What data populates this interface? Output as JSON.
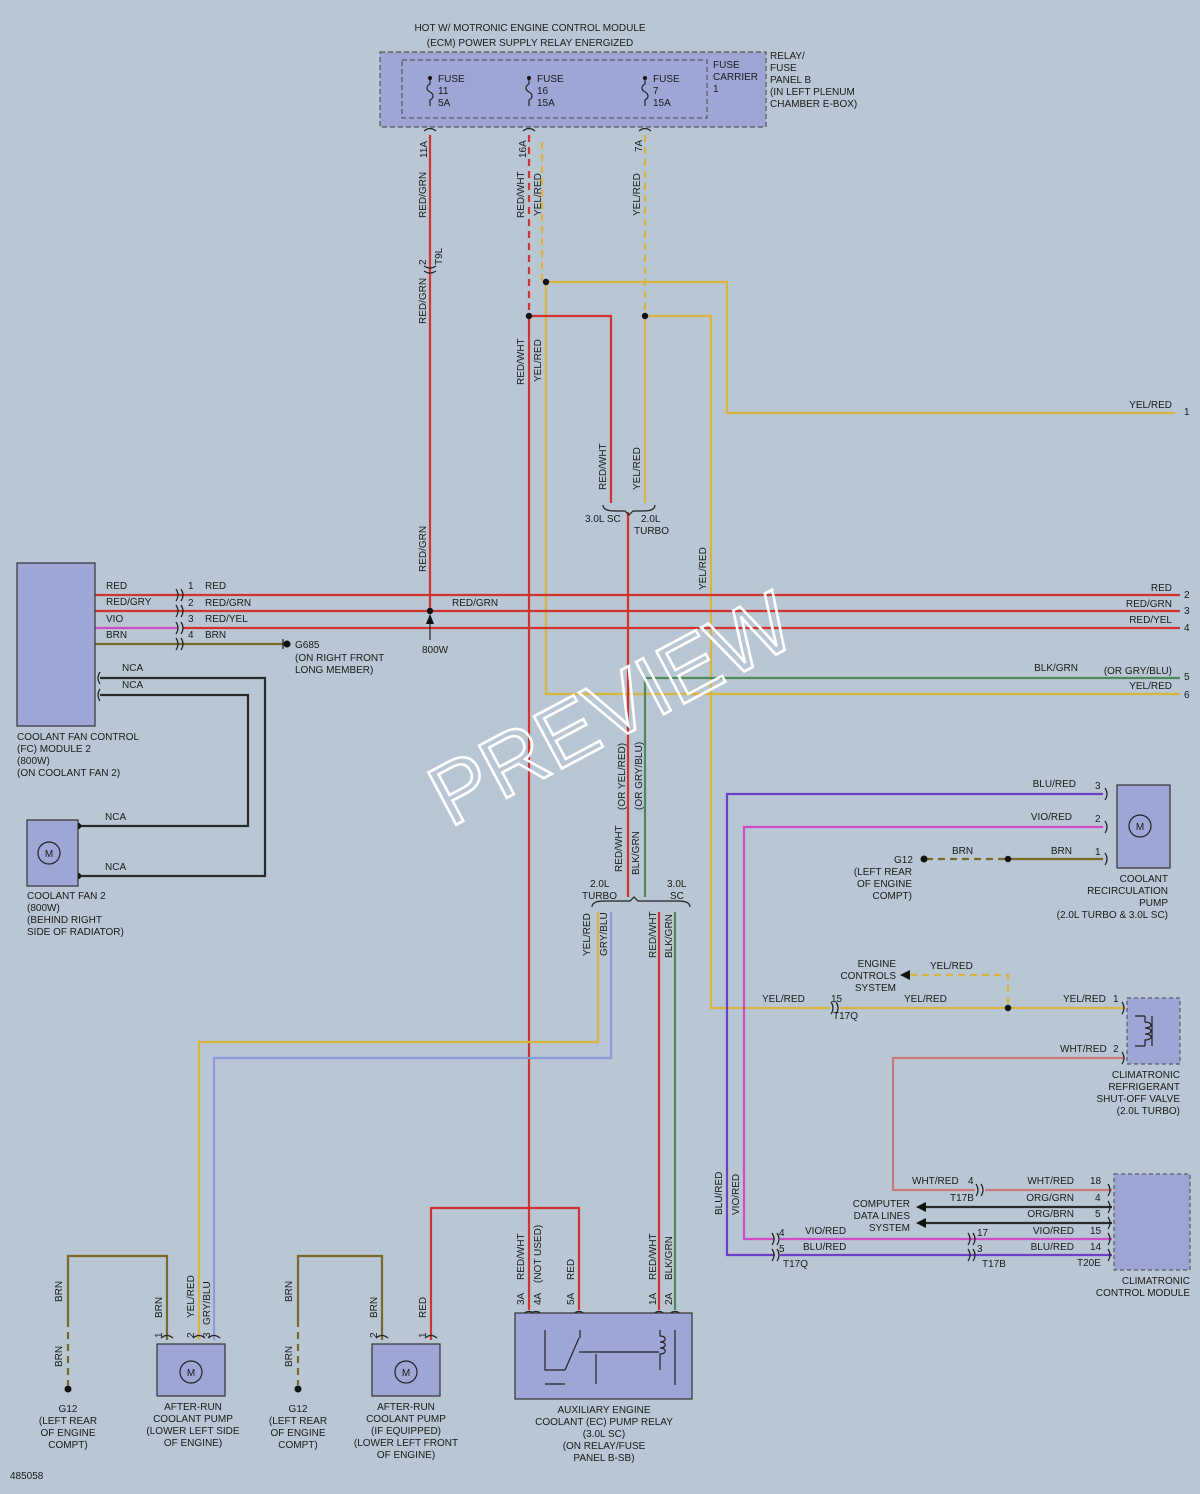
{
  "header": {
    "line1": "HOT W/ MOTRONIC ENGINE CONTROL MODULE",
    "line2": "(ECM) POWER SUPPLY RELAY ENERGIZED"
  },
  "relay_panel": {
    "lines": [
      "RELAY/",
      "FUSE",
      "PANEL B",
      "(IN LEFT PLENUM",
      "CHAMBER E-BOX)"
    ],
    "carrier": [
      "FUSE",
      "CARRIER",
      "1"
    ],
    "fuses": [
      {
        "name": "FUSE",
        "num": "11",
        "amp": "5A",
        "pin": "11A"
      },
      {
        "name": "FUSE",
        "num": "16",
        "amp": "15A",
        "pin": "16A"
      },
      {
        "name": "FUSE",
        "num": "7",
        "amp": "15A",
        "pin": "7A"
      }
    ]
  },
  "wire_labels": {
    "red_grn": "RED/GRN",
    "red_wht": "RED/WHT",
    "yel_red": "YEL/RED",
    "t9l_pin": "2",
    "t9l": "T9L",
    "sc": "3.0L SC",
    "turbo_top": "2.0L",
    "turbo_bot": "TURBO",
    "sc2_top": "3.0L",
    "sc2_bot": "SC",
    "or_yel_red": "(OR YEL/RED)",
    "or_gry_blu": "(OR GRY/BLU)",
    "blk_grn": "BLK/GRN",
    "gry_blu": "GRY/BLU",
    "splice": "800W"
  },
  "fan_control": {
    "lines": [
      "COOLANT FAN CONTROL",
      "(FC) MODULE 2",
      "(800W)",
      "(ON COOLANT FAN 2)"
    ],
    "wires": [
      {
        "color": "RED",
        "pin": "1",
        "out": "RED"
      },
      {
        "color": "RED/GRY",
        "pin": "2",
        "out": "RED/GRN"
      },
      {
        "color": "VIO",
        "pin": "3",
        "out": "RED/YEL"
      },
      {
        "color": "BRN",
        "pin": "4",
        "out": "BRN"
      }
    ],
    "nca1": "NCA",
    "nca2": "NCA",
    "ground": "G685",
    "ground_loc": [
      "(ON RIGHT FRONT",
      "LONG MEMBER)"
    ]
  },
  "coolant_fan": {
    "lines": [
      "COOLANT FAN 2",
      "(800W)",
      "(BEHIND RIGHT",
      "SIDE OF RADIATOR)"
    ],
    "motor": "M",
    "nca1": "NCA",
    "nca2": "NCA"
  },
  "right_edge": [
    {
      "label": "YEL/RED",
      "num": "1"
    },
    {
      "label": "RED",
      "num": "2"
    },
    {
      "label": "RED/GRN",
      "num": "3"
    },
    {
      "label": "RED/YEL",
      "num": "4"
    },
    {
      "label": "BLK/GRN",
      "alt": "(OR GRY/BLU)",
      "num": "5"
    },
    {
      "label": "YEL/RED",
      "num": "6"
    }
  ],
  "recirc_pump": {
    "lines": [
      "COOLANT",
      "RECIRCULATION",
      "PUMP",
      "(2.0L TURBO & 3.0L SC)"
    ],
    "motor": "M",
    "pins": [
      {
        "label": "BLU/RED",
        "num": "3"
      },
      {
        "label": "VIO/RED",
        "num": "2"
      },
      {
        "label": "BRN",
        "num": "1"
      }
    ],
    "ground": "G12",
    "ground_loc": [
      "(LEFT REAR",
      "OF ENGINE",
      "COMPT)"
    ],
    "brn_left": "BRN"
  },
  "engine_controls": {
    "lines": [
      "ENGINE",
      "CONTROLS",
      "SYSTEM"
    ],
    "wire": "YEL/RED"
  },
  "t17q_top": {
    "pin": "15",
    "name": "T17Q",
    "left": "YEL/RED",
    "right": "YEL/RED"
  },
  "shutoff_valve": {
    "lines": [
      "CLIMATRONIC",
      "REFRIGERANT",
      "SHUT-OFF VALVE",
      "(2.0L TURBO)"
    ],
    "pins": [
      {
        "label": "YEL/RED",
        "num": "1"
      },
      {
        "label": "WHT/RED",
        "num": "2"
      }
    ]
  },
  "climatronic": {
    "lines": [
      "CLIMATRONIC",
      "CONTROL MODULE"
    ],
    "connector": "T20E",
    "pins": [
      {
        "label": "WHT/RED",
        "num": "18"
      },
      {
        "label": "ORG/GRN",
        "num": "4"
      },
      {
        "label": "ORG/BRN",
        "num": "5"
      },
      {
        "label": "VIO/RED",
        "num": "15"
      },
      {
        "label": "BLU/RED",
        "num": "14"
      }
    ],
    "data_lines": [
      "COMPUTER",
      "DATA LINES",
      "SYSTEM"
    ],
    "t17b": {
      "name": "T17B",
      "wht_label": "WHT/RED",
      "wht_pin": "4",
      "vio_pin": "17",
      "blu_pin": "3"
    },
    "t17q": {
      "name": "T17Q",
      "vio_pin": "4",
      "vio_label": "VIO/RED",
      "blu_pin": "5",
      "blu_label": "BLU/RED"
    },
    "vert_blu": "BLU/RED",
    "vert_vio": "VIO/RED"
  },
  "pump1": {
    "lines": [
      "AFTER-RUN",
      "COOLANT PUMP",
      "(LOWER LEFT SIDE",
      "OF ENGINE)"
    ],
    "motor": "M",
    "pins": [
      {
        "label": "BRN",
        "num": "1"
      },
      {
        "label": "YEL/RED",
        "num": "2"
      },
      {
        "label": "GRY/BLU",
        "num": "3"
      }
    ],
    "ground": "G12",
    "ground_loc": [
      "(LEFT REAR",
      "OF ENGINE",
      "COMPT)"
    ],
    "brn": "BRN"
  },
  "pump2": {
    "lines": [
      "AFTER-RUN",
      "COOLANT PUMP",
      "(IF EQUIPPED)",
      "(LOWER LEFT FRONT",
      "OF ENGINE)"
    ],
    "motor": "M",
    "pins": [
      {
        "label": "BRN",
        "num": "2"
      },
      {
        "label": "RED",
        "num": "1"
      }
    ],
    "ground": "G12",
    "ground_loc": [
      "(LEFT REAR",
      "OF ENGINE",
      "COMPT)"
    ],
    "brn": "BRN"
  },
  "aux_relay": {
    "lines": [
      "AUXILIARY ENGINE",
      "COOLANT (EC) PUMP RELAY",
      "(3.0L SC)",
      "(ON RELAY/FUSE",
      "PANEL B-SB)"
    ],
    "pins": [
      {
        "label": "RED/WHT",
        "num": "3A"
      },
      {
        "label": "(NOT USED)",
        "num": "4A"
      },
      {
        "label": "RED",
        "num": "5A"
      },
      {
        "label": "RED/WHT",
        "num": "1A"
      },
      {
        "label": "BLK/GRN",
        "num": "2A"
      }
    ]
  },
  "figure_id": "485058",
  "watermark": "PREVIEW"
}
